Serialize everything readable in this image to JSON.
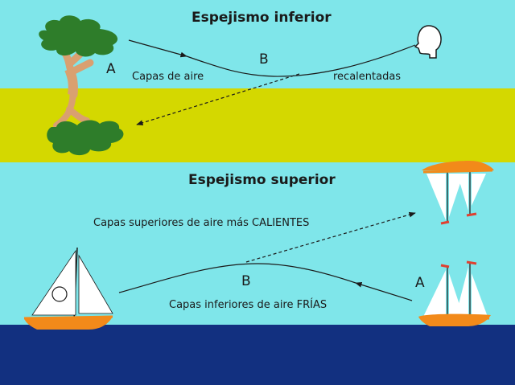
{
  "inferior": {
    "title": "Espejismo inferior",
    "label_a": "A",
    "label_b": "B",
    "layer_left": "Capas de aire",
    "layer_right": "recalentadas"
  },
  "superior": {
    "title": "Espejismo superior",
    "label_a": "A",
    "label_b": "B",
    "upper_layers": "Capas superiores de aire más CALIENTES",
    "lower_layers": "Capas inferiores de aire FRÍAS"
  },
  "colors": {
    "sky": "#7fe6ea",
    "hot_ground": "#d4d800",
    "sea": "#123080",
    "foliage": "#2e7d2a",
    "trunk": "#d9a070",
    "hull": "#f28a1a",
    "sail": "#ffffff"
  }
}
